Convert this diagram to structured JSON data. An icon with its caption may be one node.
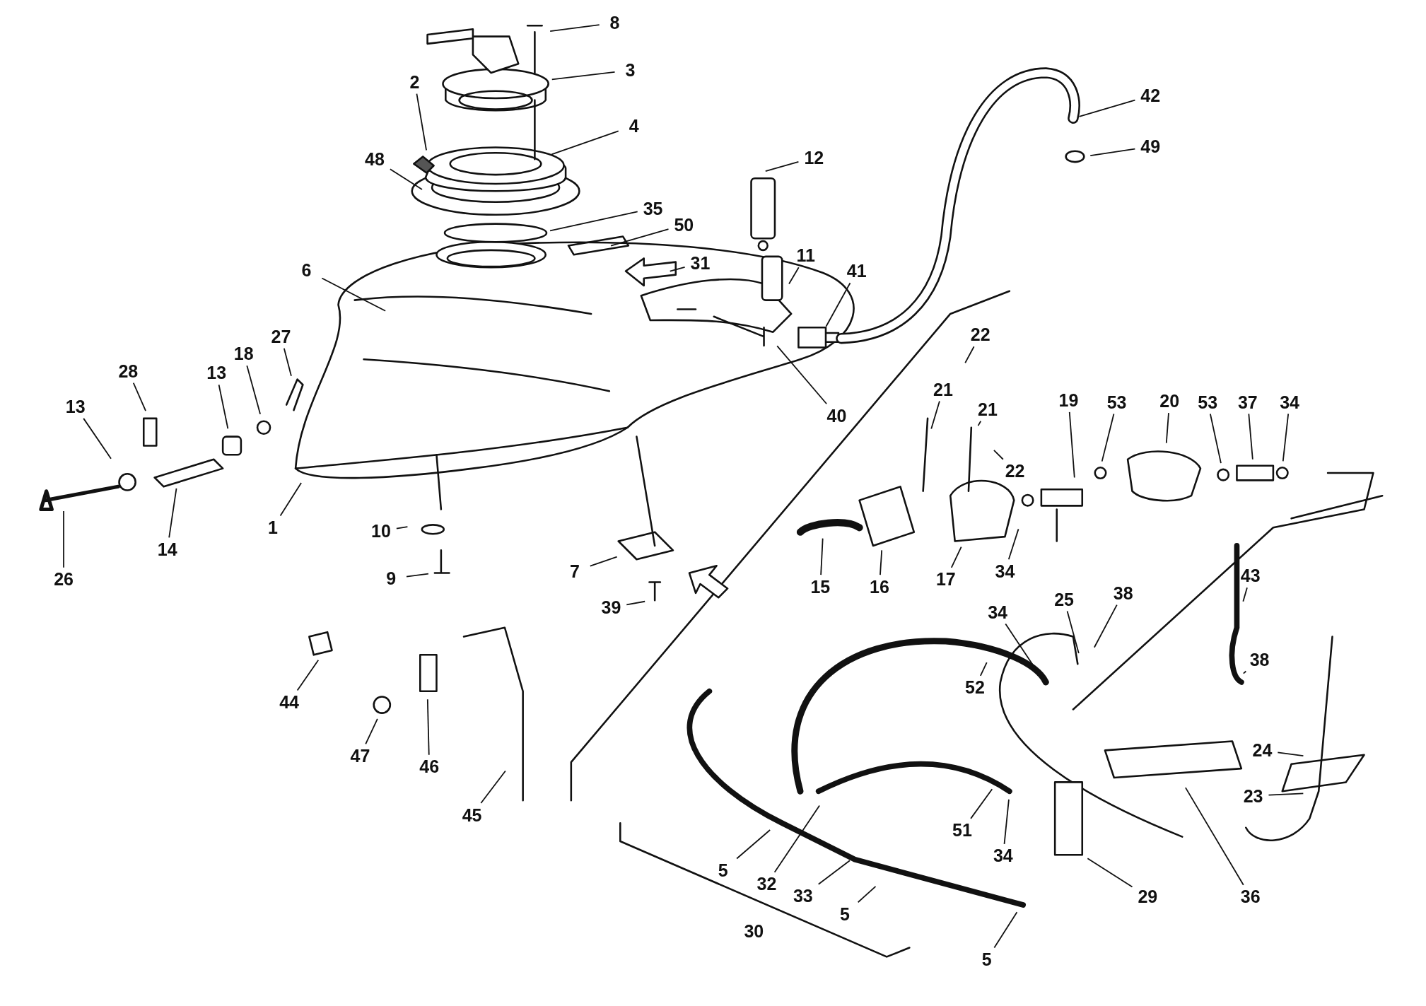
{
  "diagram": {
    "nodes": [
      {
        "text": [
          "8"
        ]
      },
      {
        "text": [
          "3"
        ]
      },
      {
        "text": [
          "2"
        ]
      },
      {
        "text": [
          "42"
        ]
      },
      {
        "text": [
          "4"
        ]
      },
      {
        "text": [
          "49"
        ]
      },
      {
        "text": [
          "48"
        ]
      },
      {
        "text": [
          "12"
        ]
      },
      {
        "text": [
          "35"
        ]
      },
      {
        "text": [
          "50"
        ]
      },
      {
        "text": [
          "11"
        ]
      },
      {
        "text": [
          "31"
        ]
      },
      {
        "text": [
          "6"
        ]
      },
      {
        "text": [
          "41"
        ]
      },
      {
        "text": [
          "22"
        ]
      },
      {
        "text": [
          "27"
        ]
      },
      {
        "text": [
          "28"
        ]
      },
      {
        "text": [
          "13"
        ]
      },
      {
        "text": [
          "18"
        ]
      },
      {
        "text": [
          "40"
        ]
      },
      {
        "text": [
          "13"
        ]
      },
      {
        "text": [
          "21"
        ]
      },
      {
        "text": [
          "21"
        ]
      },
      {
        "text": [
          "19"
        ]
      },
      {
        "text": [
          "53"
        ]
      },
      {
        "text": [
          "20"
        ]
      },
      {
        "text": [
          "53"
        ]
      },
      {
        "text": [
          "37"
        ]
      },
      {
        "text": [
          "34"
        ]
      },
      {
        "text": [
          "22"
        ]
      },
      {
        "text": [
          "1"
        ]
      },
      {
        "text": [
          "14"
        ]
      },
      {
        "text": [
          "26"
        ]
      },
      {
        "text": [
          "10"
        ]
      },
      {
        "text": [
          "9"
        ]
      },
      {
        "text": [
          "7"
        ]
      },
      {
        "text": [
          "39"
        ]
      },
      {
        "text": [
          "15"
        ]
      },
      {
        "text": [
          "16"
        ]
      },
      {
        "text": [
          "17"
        ]
      },
      {
        "text": [
          "34"
        ]
      },
      {
        "text": [
          "25"
        ]
      },
      {
        "text": [
          "38"
        ]
      },
      {
        "text": [
          "43"
        ]
      },
      {
        "text": [
          "34"
        ]
      },
      {
        "text": [
          "38"
        ]
      },
      {
        "text": [
          "44"
        ]
      },
      {
        "text": [
          "52"
        ]
      },
      {
        "text": [
          "24"
        ]
      },
      {
        "text": [
          "47"
        ]
      },
      {
        "text": [
          "46"
        ]
      },
      {
        "text": [
          "23"
        ]
      },
      {
        "text": [
          "51"
        ]
      },
      {
        "text": [
          "45"
        ]
      },
      {
        "text": [
          "29"
        ]
      },
      {
        "text": [
          "36"
        ]
      },
      {
        "text": [
          "5"
        ]
      },
      {
        "text": [
          "32"
        ]
      },
      {
        "text": [
          "33"
        ]
      },
      {
        "text": [
          "34"
        ]
      },
      {
        "text": [
          "5"
        ]
      },
      {
        "text": [
          "5"
        ]
      }
    ],
    "edges": [
      {
        "from": 0,
        "to": null,
        "arrow": "none"
      },
      {
        "from": 1,
        "to": null,
        "arrow": "none"
      },
      {
        "from": 2,
        "to": null,
        "arrow": "none"
      },
      {
        "from": 3,
        "to": null,
        "arrow": "none"
      },
      {
        "from": 4,
        "to": null,
        "arrow": "none"
      },
      {
        "from": 5,
        "to": null,
        "arrow": "none"
      },
      {
        "from": 6,
        "to": null,
        "arrow": "none"
      },
      {
        "from": 7,
        "to": null,
        "arrow": "none"
      },
      {
        "from": 8,
        "to": null,
        "arrow": "none"
      },
      {
        "from": 9,
        "to": null,
        "arrow": "none"
      },
      {
        "from": 10,
        "to": null,
        "arrow": "none"
      },
      {
        "from": 11,
        "to": null,
        "arrow": "none"
      },
      {
        "from": 12,
        "to": null,
        "arrow": "none"
      },
      {
        "from": 13,
        "to": null,
        "arrow": "none"
      },
      {
        "from": 14,
        "to": null,
        "arrow": "none"
      },
      {
        "from": 15,
        "to": null,
        "arrow": "none"
      },
      {
        "from": 16,
        "to": null,
        "arrow": "none"
      },
      {
        "from": 17,
        "to": null,
        "arrow": "none"
      },
      {
        "from": 18,
        "to": null,
        "arrow": "none"
      },
      {
        "from": 19,
        "to": null,
        "arrow": "none"
      },
      {
        "from": 20,
        "to": null,
        "arrow": "none"
      },
      {
        "from": 21,
        "to": null,
        "arrow": "none"
      },
      {
        "from": 22,
        "to": null,
        "arrow": "none"
      },
      {
        "from": 23,
        "to": null,
        "arrow": "none"
      },
      {
        "from": 24,
        "to": null,
        "arrow": "none"
      },
      {
        "from": 25,
        "to": null,
        "arrow": "none"
      },
      {
        "from": 26,
        "to": null,
        "arrow": "none"
      },
      {
        "from": 27,
        "to": null,
        "arrow": "none"
      },
      {
        "from": 28,
        "to": null,
        "arrow": "none"
      },
      {
        "from": 29,
        "to": null,
        "arrow": "none"
      },
      {
        "from": 30,
        "to": null,
        "arrow": "none"
      },
      {
        "from": 31,
        "to": null,
        "arrow": "none"
      },
      {
        "from": 32,
        "to": null,
        "arrow": "none"
      },
      {
        "from": 33,
        "to": null,
        "arrow": "none"
      },
      {
        "from": 34,
        "to": null,
        "arrow": "none"
      },
      {
        "from": 35,
        "to": null,
        "arrow": "none"
      },
      {
        "from": 36,
        "to": null,
        "arrow": "none"
      },
      {
        "from": 37,
        "to": null,
        "arrow": "none"
      },
      {
        "from": 38,
        "to": null,
        "arrow": "none"
      },
      {
        "from": 39,
        "to": null,
        "arrow": "none"
      },
      {
        "from": 40,
        "to": null,
        "arrow": "none"
      },
      {
        "from": 41,
        "to": null,
        "arrow": "none"
      },
      {
        "from": 42,
        "to": null,
        "arrow": "none"
      },
      {
        "from": 43,
        "to": null,
        "arrow": "none"
      },
      {
        "from": 44,
        "to": null,
        "arrow": "none"
      },
      {
        "from": 45,
        "to": null,
        "arrow": "none"
      },
      {
        "from": 46,
        "to": null,
        "arrow": "none"
      },
      {
        "from": 47,
        "to": null,
        "arrow": "none"
      },
      {
        "from": 48,
        "to": null,
        "arrow": "none"
      },
      {
        "from": 49,
        "to": null,
        "arrow": "none"
      },
      {
        "from": 50,
        "to": null,
        "arrow": "none"
      },
      {
        "from": 51,
        "to": null,
        "arrow": "none"
      },
      {
        "from": 52,
        "to": null,
        "arrow": "none"
      },
      {
        "from": 53,
        "to": null,
        "arrow": "none"
      },
      {
        "from": 54,
        "to": null,
        "arrow": "none"
      },
      {
        "from": 55,
        "to": null,
        "arrow": "none"
      },
      {
        "from": 56,
        "to": null,
        "arrow": "none"
      },
      {
        "from": 57,
        "to": null,
        "arrow": "none"
      },
      {
        "from": 58,
        "to": null,
        "arrow": "none"
      },
      {
        "from": 59,
        "to": null,
        "arrow": "none"
      },
      {
        "from": 60,
        "to": null,
        "arrow": "none"
      },
      {
        "from": 61,
        "to": null,
        "arrow": "none"
      }
    ],
    "labels": [
      "30"
    ]
  }
}
